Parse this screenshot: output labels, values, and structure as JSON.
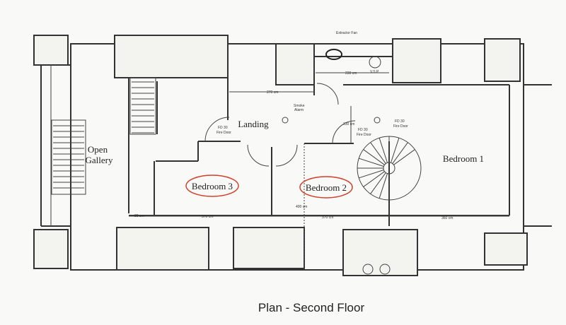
{
  "title": "Plan -  Second Floor",
  "rooms": {
    "open_gallery_1": "Open",
    "open_gallery_2": "Gallery",
    "landing": "Landing",
    "bedroom_1": "Bedroom 1",
    "bedroom_2": "Bedroom 2",
    "bedroom_3": "Bedroom 3"
  },
  "labels": {
    "extractor_fan": "Extractor Fan",
    "vsp": "V.S.P",
    "smoke_alarm_1": "Smoke",
    "smoke_alarm_2": "Alarm",
    "fire_door_code": "FD 30",
    "fire_door": "Fire Door"
  },
  "dimensions": {
    "d230": "230 cm",
    "d270": "270 cm",
    "d130": "130 cm",
    "d400": "400 cm",
    "d80": "80 cm",
    "d370a": "370 cm",
    "d370b": "370 cm",
    "d360": "360 cm"
  },
  "highlight_color": "#d0402a"
}
